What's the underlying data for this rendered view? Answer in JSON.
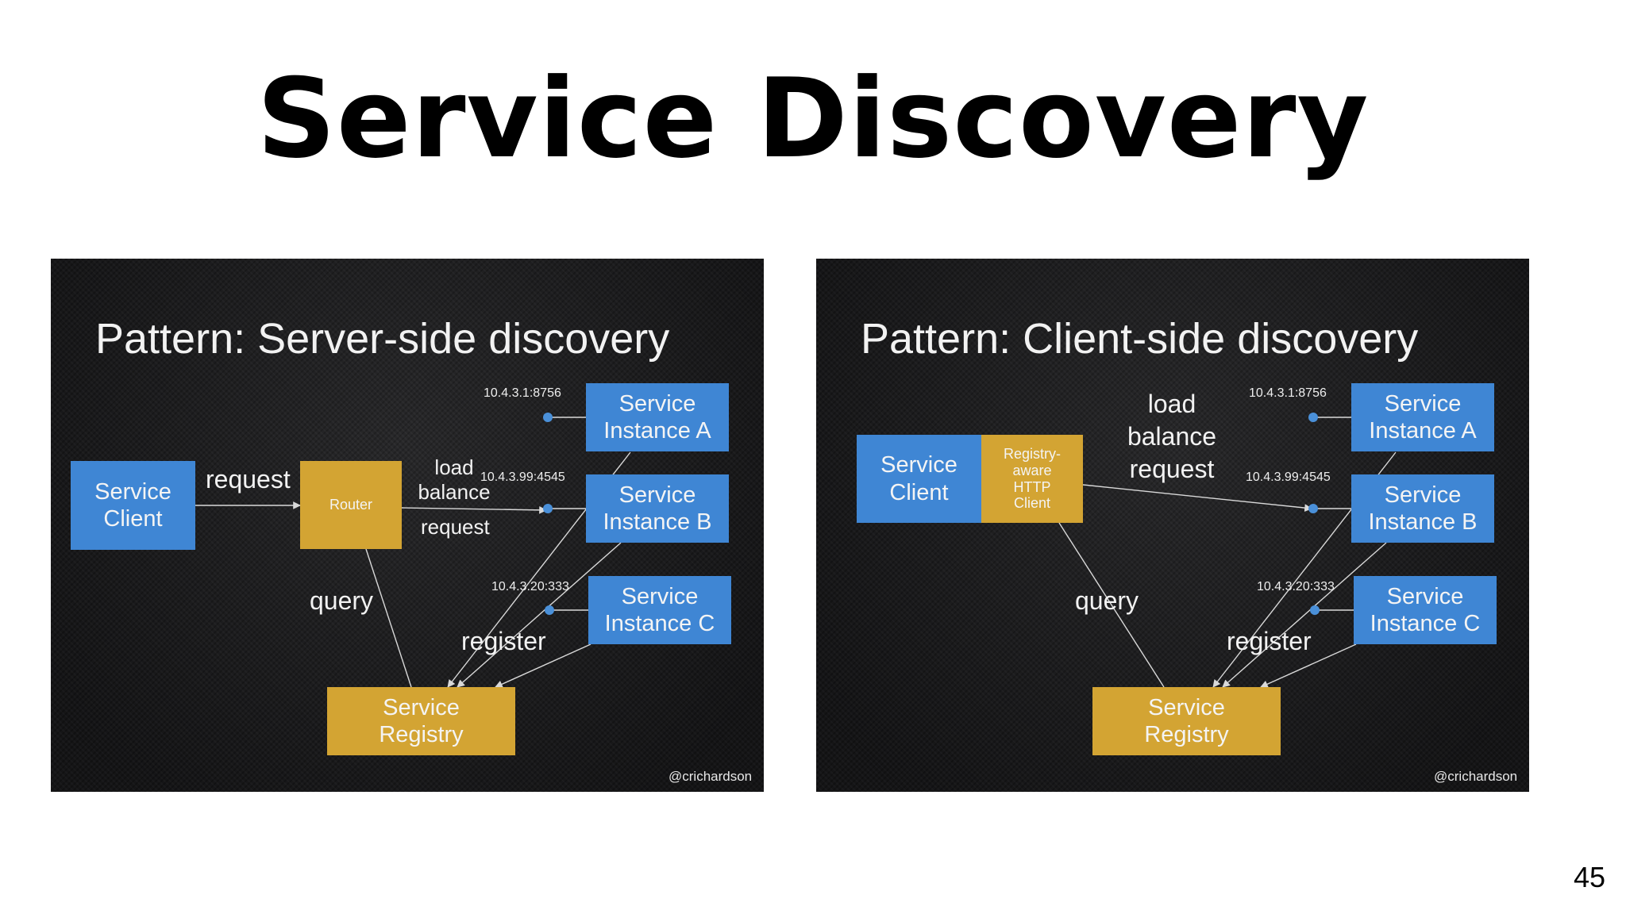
{
  "slide": {
    "title": "Service Discovery",
    "page_number": "45"
  },
  "colors": {
    "service_blue": "#3f86d4",
    "registry_gold": "#d3a433",
    "panel_bg": "#1c1c1e"
  },
  "server_side": {
    "title": "Pattern: Server-side discovery",
    "service_client": "Service\nClient",
    "router": "Router",
    "registry": "Service\nRegistry",
    "instances": [
      "Service\nInstance A",
      "Service\nInstance B",
      "Service\nInstance C"
    ],
    "ips": [
      "10.4.3.1:8756",
      "10.4.3.99:4545",
      "10.4.3.20:333"
    ],
    "labels": {
      "request": "request",
      "load_balance": "load\nbalance",
      "request_lb": "request",
      "query": "query",
      "register": "register"
    },
    "credit": "@crichardson"
  },
  "client_side": {
    "title": "Pattern: Client-side discovery",
    "service_client": "Service\nClient",
    "http_client": "Registry-\naware\nHTTP\nClient",
    "registry": "Service\nRegistry",
    "instances": [
      "Service\nInstance A",
      "Service\nInstance B",
      "Service\nInstance C"
    ],
    "ips": [
      "10.4.3.1:8756",
      "10.4.3.99:4545",
      "10.4.3.20:333"
    ],
    "labels": {
      "load_balance_request": "load\nbalance\nrequest",
      "query": "query",
      "register": "register"
    },
    "credit": "@crichardson"
  }
}
